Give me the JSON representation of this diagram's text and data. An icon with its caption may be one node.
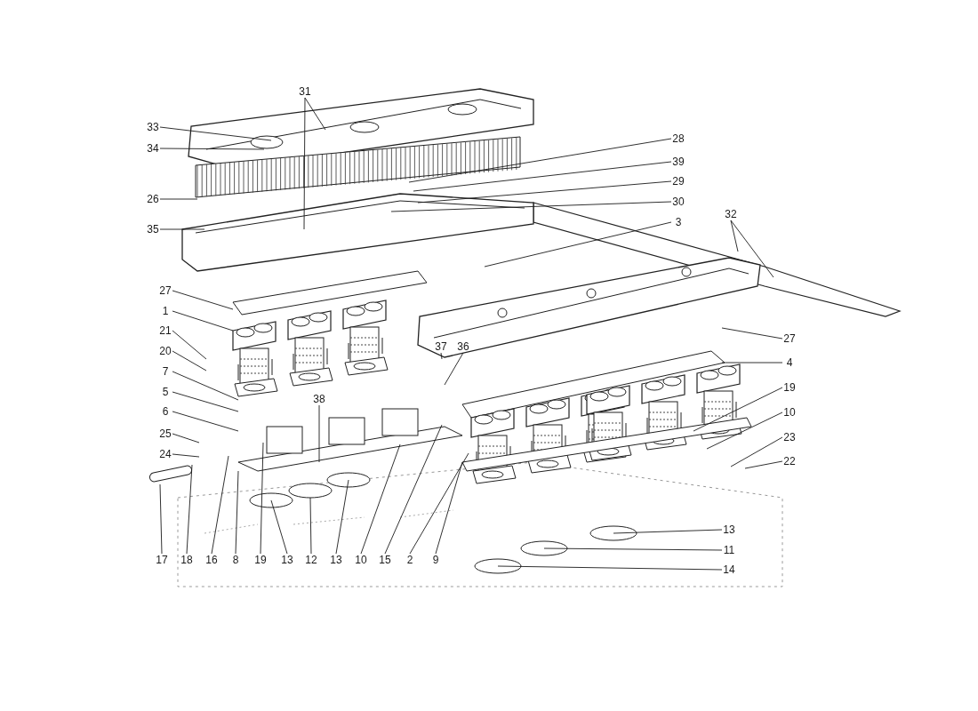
{
  "diagram": {
    "nodes": [
      {
        "text": [
          "31"
        ]
      },
      {
        "text": [
          "33"
        ]
      },
      {
        "text": [
          "34"
        ]
      },
      {
        "text": [
          "26"
        ]
      },
      {
        "text": [
          "35"
        ]
      },
      {
        "text": [
          "28"
        ]
      },
      {
        "text": [
          "39"
        ]
      },
      {
        "text": [
          "29"
        ]
      },
      {
        "text": [
          "30"
        ]
      },
      {
        "text": [
          "3"
        ]
      },
      {
        "text": [
          "32"
        ]
      },
      {
        "text": [
          "27"
        ]
      },
      {
        "text": [
          "1"
        ]
      },
      {
        "text": [
          "21"
        ]
      },
      {
        "text": [
          "20"
        ]
      },
      {
        "text": [
          "7"
        ]
      },
      {
        "text": [
          "5"
        ]
      },
      {
        "text": [
          "6"
        ]
      },
      {
        "text": [
          "25"
        ]
      },
      {
        "text": [
          "24"
        ]
      },
      {
        "text": [
          "38"
        ]
      },
      {
        "text": [
          "37"
        ]
      },
      {
        "text": [
          "36"
        ]
      },
      {
        "text": [
          "27"
        ]
      },
      {
        "text": [
          "4"
        ]
      },
      {
        "text": [
          "19"
        ]
      },
      {
        "text": [
          "10"
        ]
      },
      {
        "text": [
          "23"
        ]
      },
      {
        "text": [
          "22"
        ]
      },
      {
        "text": [
          "13"
        ]
      },
      {
        "text": [
          "11"
        ]
      },
      {
        "text": [
          "14"
        ]
      },
      {
        "text": [
          "17"
        ]
      },
      {
        "text": [
          "18"
        ]
      },
      {
        "text": [
          "16"
        ]
      },
      {
        "text": [
          "8"
        ]
      },
      {
        "text": [
          "19"
        ]
      },
      {
        "text": [
          "13"
        ]
      },
      {
        "text": [
          "12"
        ]
      },
      {
        "text": [
          "13"
        ]
      },
      {
        "text": [
          "10"
        ]
      },
      {
        "text": [
          "15"
        ]
      },
      {
        "text": [
          "2"
        ]
      },
      {
        "text": [
          "9"
        ]
      }
    ],
    "edges": [
      {
        "from": 0,
        "to": null,
        "arrow": "none"
      },
      {
        "from": 0,
        "to": null,
        "arrow": "none"
      },
      {
        "from": 1,
        "to": null,
        "arrow": "none"
      },
      {
        "from": 2,
        "to": null,
        "arrow": "none"
      },
      {
        "from": 3,
        "to": null,
        "arrow": "none"
      },
      {
        "from": 4,
        "to": null,
        "arrow": "none"
      },
      {
        "from": 5,
        "to": null,
        "arrow": "none"
      },
      {
        "from": 6,
        "to": null,
        "arrow": "none"
      },
      {
        "from": 7,
        "to": null,
        "arrow": "none"
      },
      {
        "from": 8,
        "to": null,
        "arrow": "none"
      },
      {
        "from": 9,
        "to": null,
        "arrow": "none"
      },
      {
        "from": 10,
        "to": null,
        "arrow": "none"
      },
      {
        "from": 10,
        "to": null,
        "arrow": "none"
      },
      {
        "from": 11,
        "to": null,
        "arrow": "none"
      },
      {
        "from": 12,
        "to": null,
        "arrow": "none"
      },
      {
        "from": 13,
        "to": null,
        "arrow": "none"
      },
      {
        "from": 14,
        "to": null,
        "arrow": "none"
      },
      {
        "from": 15,
        "to": null,
        "arrow": "none"
      },
      {
        "from": 16,
        "to": null,
        "arrow": "none"
      },
      {
        "from": 17,
        "to": null,
        "arrow": "none"
      },
      {
        "from": 18,
        "to": null,
        "arrow": "none"
      },
      {
        "from": 19,
        "to": null,
        "arrow": "none"
      },
      {
        "from": 20,
        "to": null,
        "arrow": "none"
      },
      {
        "from": 21,
        "to": null,
        "arrow": "none"
      },
      {
        "from": 22,
        "to": null,
        "arrow": "none"
      },
      {
        "from": 23,
        "to": null,
        "arrow": "none"
      },
      {
        "from": 24,
        "to": null,
        "arrow": "none"
      },
      {
        "from": 25,
        "to": null,
        "arrow": "none"
      },
      {
        "from": 26,
        "to": null,
        "arrow": "none"
      },
      {
        "from": 27,
        "to": null,
        "arrow": "none"
      },
      {
        "from": 28,
        "to": null,
        "arrow": "none"
      },
      {
        "from": 29,
        "to": null,
        "arrow": "none"
      },
      {
        "from": 30,
        "to": null,
        "arrow": "none"
      },
      {
        "from": 31,
        "to": null,
        "arrow": "none"
      },
      {
        "from": 32,
        "to": null,
        "arrow": "none"
      },
      {
        "from": 33,
        "to": null,
        "arrow": "none"
      },
      {
        "from": 34,
        "to": null,
        "arrow": "none"
      },
      {
        "from": 35,
        "to": null,
        "arrow": "none"
      },
      {
        "from": 36,
        "to": null,
        "arrow": "none"
      },
      {
        "from": 37,
        "to": null,
        "arrow": "none"
      },
      {
        "from": 38,
        "to": null,
        "arrow": "none"
      },
      {
        "from": 39,
        "to": null,
        "arrow": "none"
      },
      {
        "from": 40,
        "to": null,
        "arrow": "none"
      },
      {
        "from": 41,
        "to": null,
        "arrow": "none"
      },
      {
        "from": 42,
        "to": null,
        "arrow": "none"
      },
      {
        "from": 43,
        "to": null,
        "arrow": "none"
      }
    ]
  }
}
